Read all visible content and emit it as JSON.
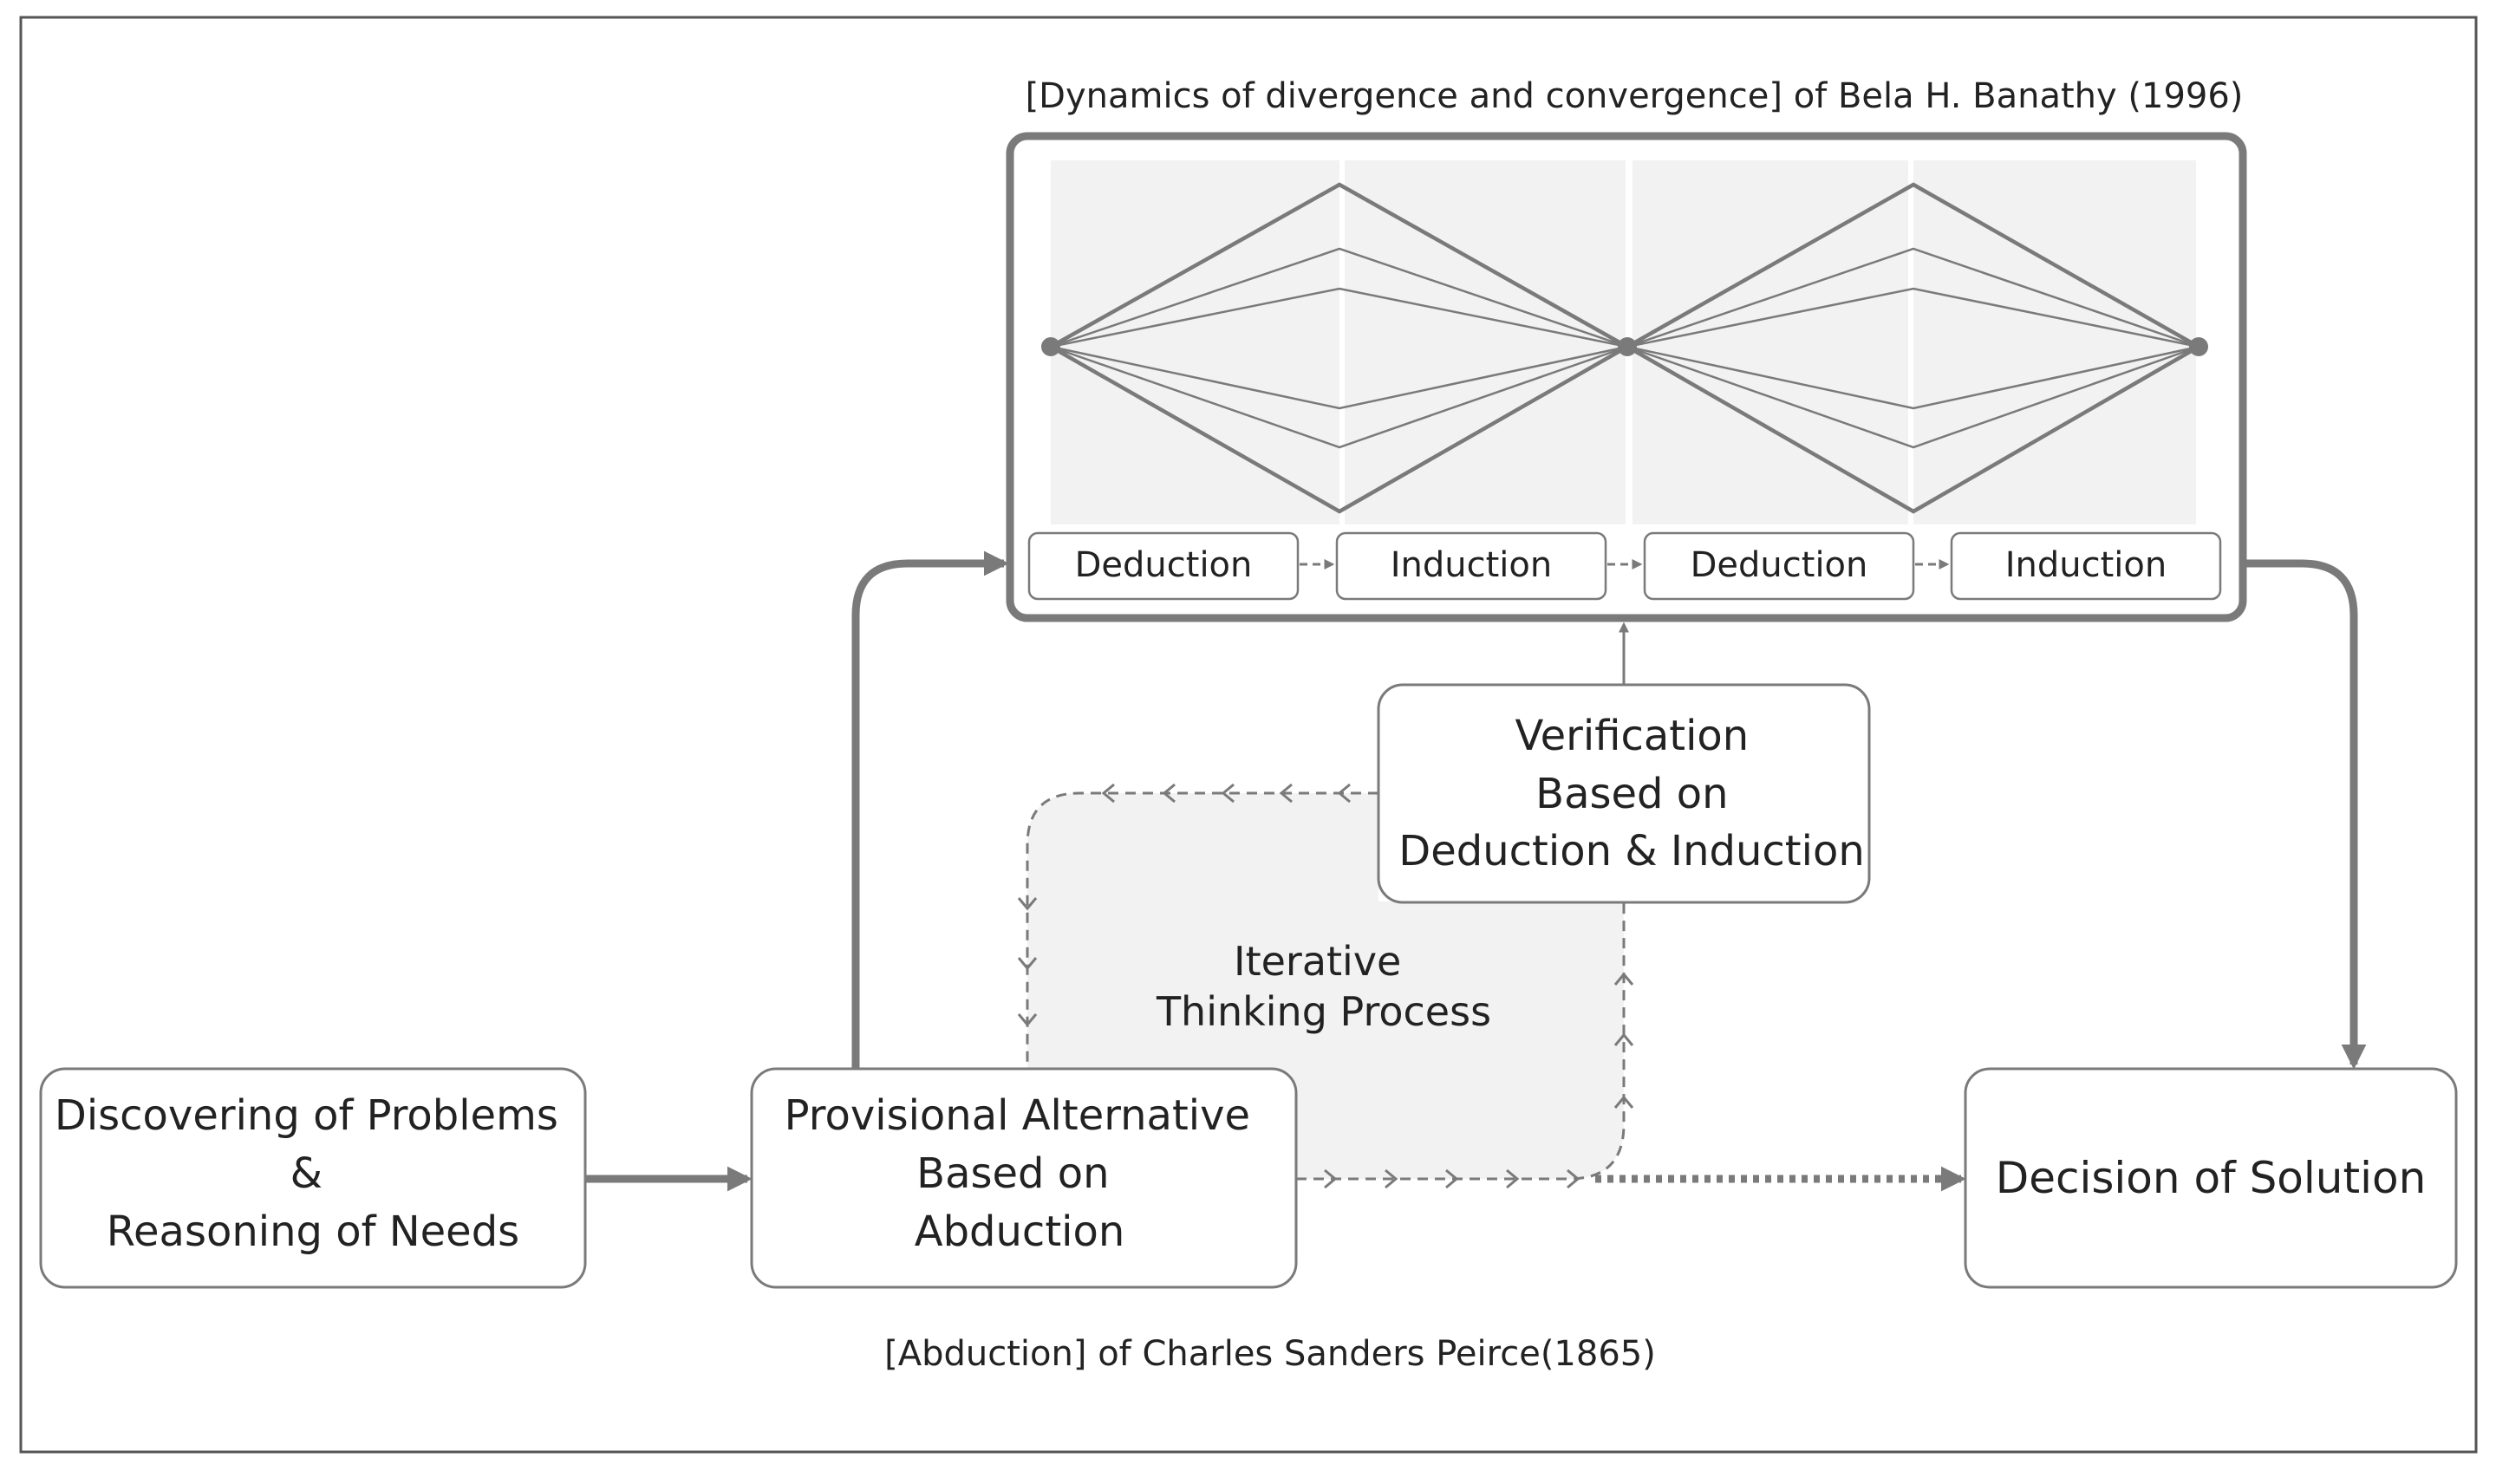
{
  "colors": {
    "stroke": "#7a7a7a",
    "shade": "#f2f2f2",
    "text": "#222222",
    "frame": "#555555"
  },
  "top_caption": "[Dynamics of divergence and convergence] of  Bela H. Banathy (1996)",
  "bottom_caption": "[Abduction] of Charles Sanders Peirce(1865)",
  "banathy_steps": [
    "Deduction",
    "Induction",
    "Deduction",
    "Induction"
  ],
  "nodes": {
    "discovering": {
      "lines": [
        "Discovering of Problems",
        "&",
        "Reasoning of Needs"
      ]
    },
    "provisional": {
      "lines": [
        "Provisional Alternative",
        "Based on",
        "Abduction"
      ]
    },
    "verification": {
      "lines": [
        "Verification",
        "Based on",
        "Deduction & Induction"
      ]
    },
    "decision": {
      "lines": [
        "Decision of Solution"
      ]
    }
  },
  "loop_label": {
    "lines": [
      "Iterative",
      "Thinking Process"
    ]
  }
}
